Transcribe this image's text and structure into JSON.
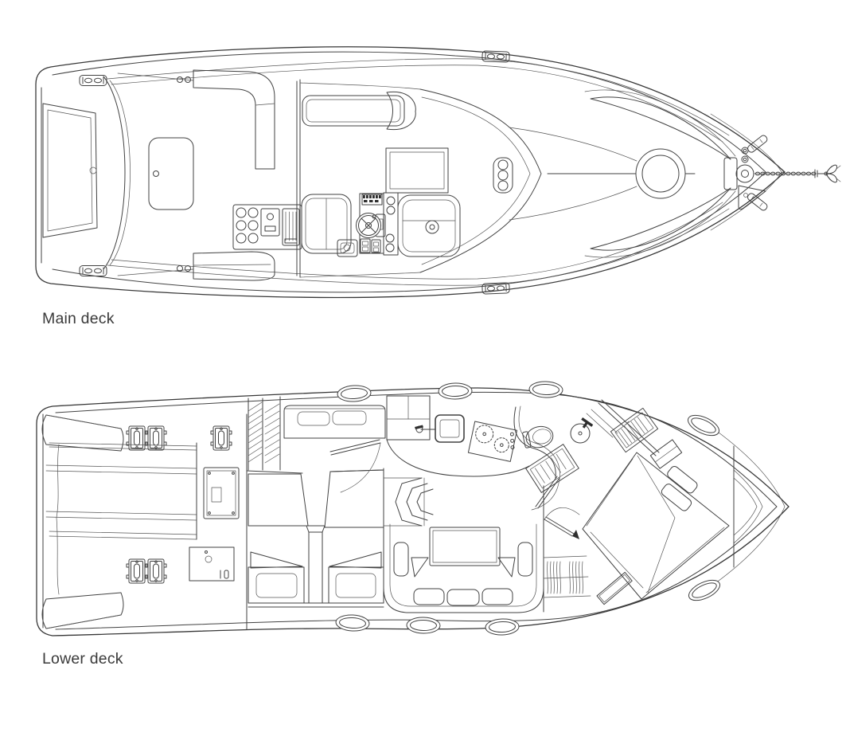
{
  "page": {
    "background_color": "#ffffff",
    "line_color": "#424242",
    "hull_line_color": "#383838",
    "text_color": "#3a3a3a",
    "content": "technical top-view floor plans of a motor yacht, two decks"
  },
  "figures": [
    {
      "id": "main-deck",
      "label": "Main deck",
      "type": "boat-floor-plan",
      "features": [
        "swim-platform",
        "transom-bench",
        "stern-cleats",
        "engine-hatch",
        "cockpit-l-bench-port",
        "cockpit-bench-starboard",
        "wet-bar-console",
        "port-settee",
        "club-chair",
        "cockpit-table",
        "helm-double-seat",
        "helm-console",
        "steering-wheel",
        "throttle",
        "gauges",
        "compass",
        "companion-lounger",
        "windshield",
        "grab-rail-steps",
        "foredeck-sunpad",
        "foredeck-round-hatch",
        "anchor-locker",
        "windlass",
        "anchor-chain",
        "anchor",
        "bow-cleats",
        "bow-fittings"
      ]
    },
    {
      "id": "lower-deck",
      "label": "Lower deck",
      "type": "boat-floor-plan",
      "features": [
        "transom-wedges",
        "engine-mounts",
        "stringers",
        "generator",
        "battery-box",
        "engine-room-stairs",
        "dinette-settee",
        "galley-cabinet",
        "galley-sink",
        "two-burner-stove",
        "head-toilet",
        "wash-basin",
        "shower",
        "head-door",
        "mid-cabin-berths",
        "berth-pillows",
        "companionway-steps",
        "salon-u-settee",
        "seat-cushions",
        "salon-table",
        "forward-cabin-bed",
        "bed-pillows",
        "hanging-locker",
        "vanity",
        "entry-steps",
        "chain-locker",
        "oval-deck-hatches",
        "door-swings"
      ]
    }
  ]
}
